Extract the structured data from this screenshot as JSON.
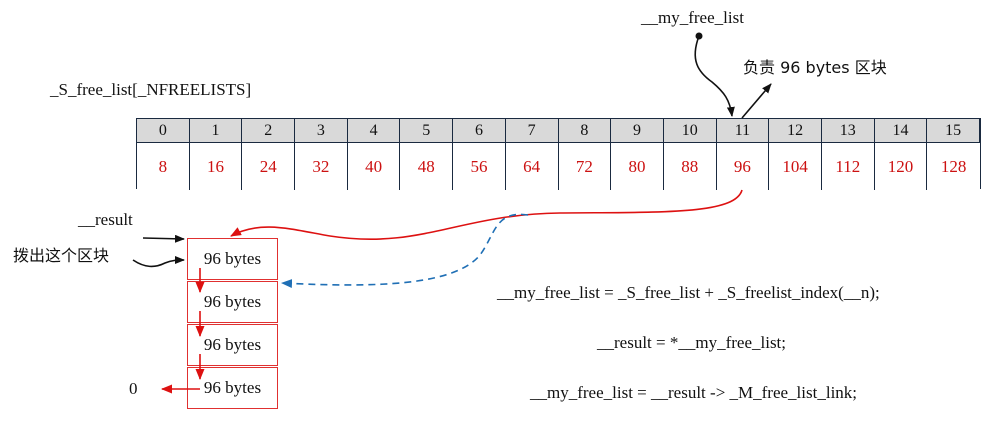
{
  "labels": {
    "my_free_list": "__my_free_list",
    "responsible": "负责 96 bytes 区块",
    "free_list_name": "_S_free_list[_NFREELISTS]",
    "result": "__result",
    "pull_out": "拨出这个区块",
    "zero": "0"
  },
  "table": {
    "indices": [
      "0",
      "1",
      "2",
      "3",
      "4",
      "5",
      "6",
      "7",
      "8",
      "9",
      "10",
      "11",
      "12",
      "13",
      "14",
      "15"
    ],
    "sizes": [
      "8",
      "16",
      "24",
      "32",
      "40",
      "48",
      "56",
      "64",
      "72",
      "80",
      "88",
      "96",
      "104",
      "112",
      "120",
      "128"
    ]
  },
  "blocks": [
    "96 bytes",
    "96 bytes",
    "96  bytes",
    "96 bytes"
  ],
  "code": {
    "line1": "__my_free_list  = _S_free_list + _S_freelist_index(__n);",
    "line2": "__result = *__my_free_list;",
    "line3": "__my_free_list = __result -> _M_free_list_link;"
  },
  "colors": {
    "red": "#dd1111",
    "blue": "#1f6fb5",
    "black": "#111111"
  }
}
